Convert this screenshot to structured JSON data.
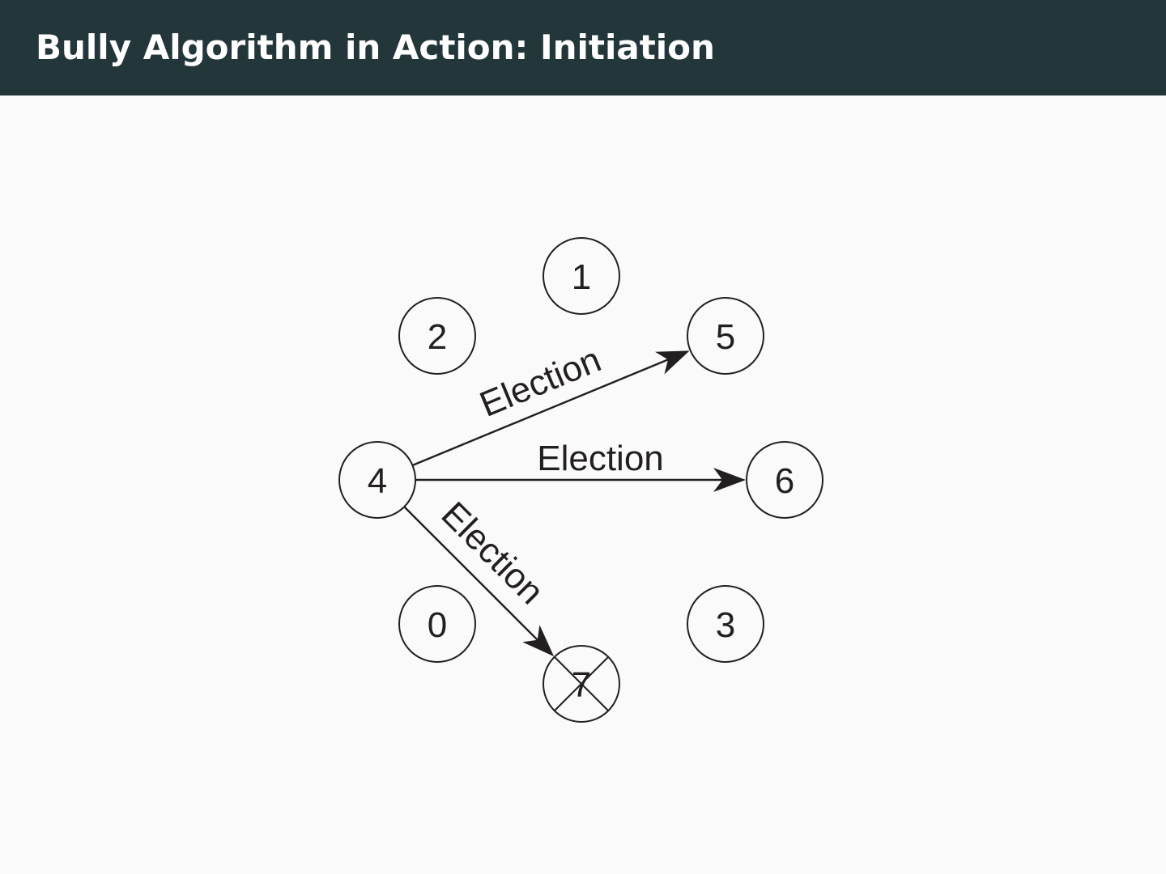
{
  "header": {
    "title": "Bully Algorithm in Action: Initiation"
  },
  "diagram": {
    "nodes": [
      {
        "id": "0",
        "label": "0",
        "status": "alive"
      },
      {
        "id": "1",
        "label": "1",
        "status": "alive"
      },
      {
        "id": "2",
        "label": "2",
        "status": "alive"
      },
      {
        "id": "3",
        "label": "3",
        "status": "alive"
      },
      {
        "id": "4",
        "label": "4",
        "status": "alive"
      },
      {
        "id": "5",
        "label": "5",
        "status": "alive"
      },
      {
        "id": "6",
        "label": "6",
        "status": "alive"
      },
      {
        "id": "7",
        "label": "7",
        "status": "crashed"
      }
    ],
    "edges": [
      {
        "from": "4",
        "to": "5",
        "label": "Election"
      },
      {
        "from": "4",
        "to": "6",
        "label": "Election"
      },
      {
        "from": "4",
        "to": "7",
        "label": "Election"
      }
    ]
  },
  "colors": {
    "header_bg": "#23373b",
    "slide_bg": "#fafafa",
    "ink": "#231f20"
  }
}
